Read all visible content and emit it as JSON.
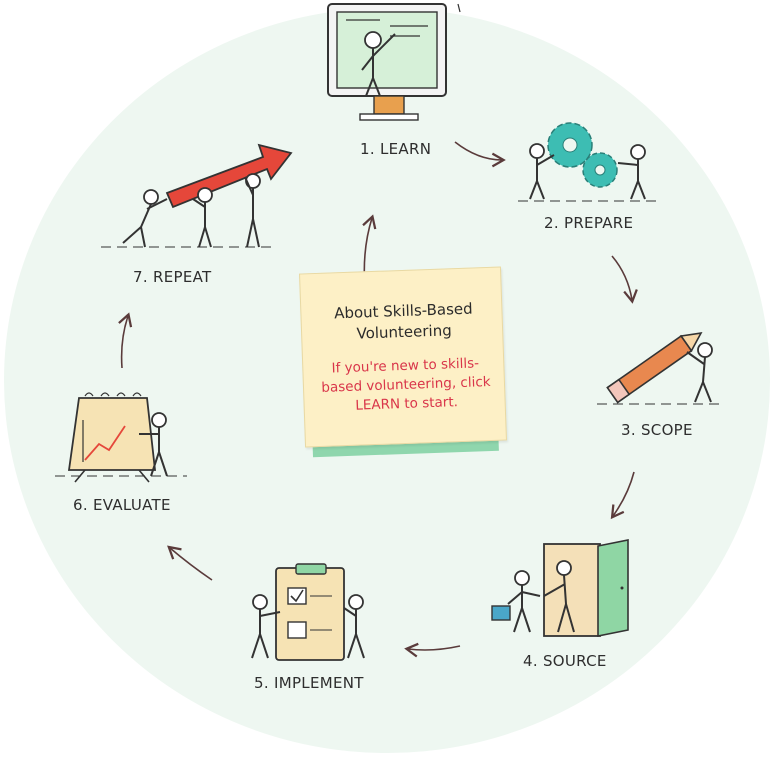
{
  "steps": [
    {
      "id": "learn",
      "label": "1. LEARN"
    },
    {
      "id": "prepare",
      "label": "2. PREPARE"
    },
    {
      "id": "scope",
      "label": "3. SCOPE"
    },
    {
      "id": "source",
      "label": "4. SOURCE"
    },
    {
      "id": "implement",
      "label": "5. IMPLEMENT"
    },
    {
      "id": "evaluate",
      "label": "6. EVALUATE"
    },
    {
      "id": "repeat",
      "label": "7. REPEAT"
    }
  ],
  "note": {
    "title": "About Skills-Based Volunteering",
    "body": "If you're new to skills-based volunteering, click LEARN to start."
  },
  "colors": {
    "background_circle": "#eef7f1",
    "note_paper": "#fdf0c6",
    "note_shadow": "#8fd6ad",
    "note_body_text": "#d9364a",
    "arrow_red": "#e5473a",
    "gear_teal": "#3dbdb3",
    "pencil_orange": "#e8884f",
    "screen_green": "#d6f0d8"
  },
  "icons": [
    "monitor-icon",
    "gears-icon",
    "pencil-icon",
    "door-icon",
    "checklist-icon",
    "flipchart-icon",
    "growth-arrow-icon"
  ]
}
